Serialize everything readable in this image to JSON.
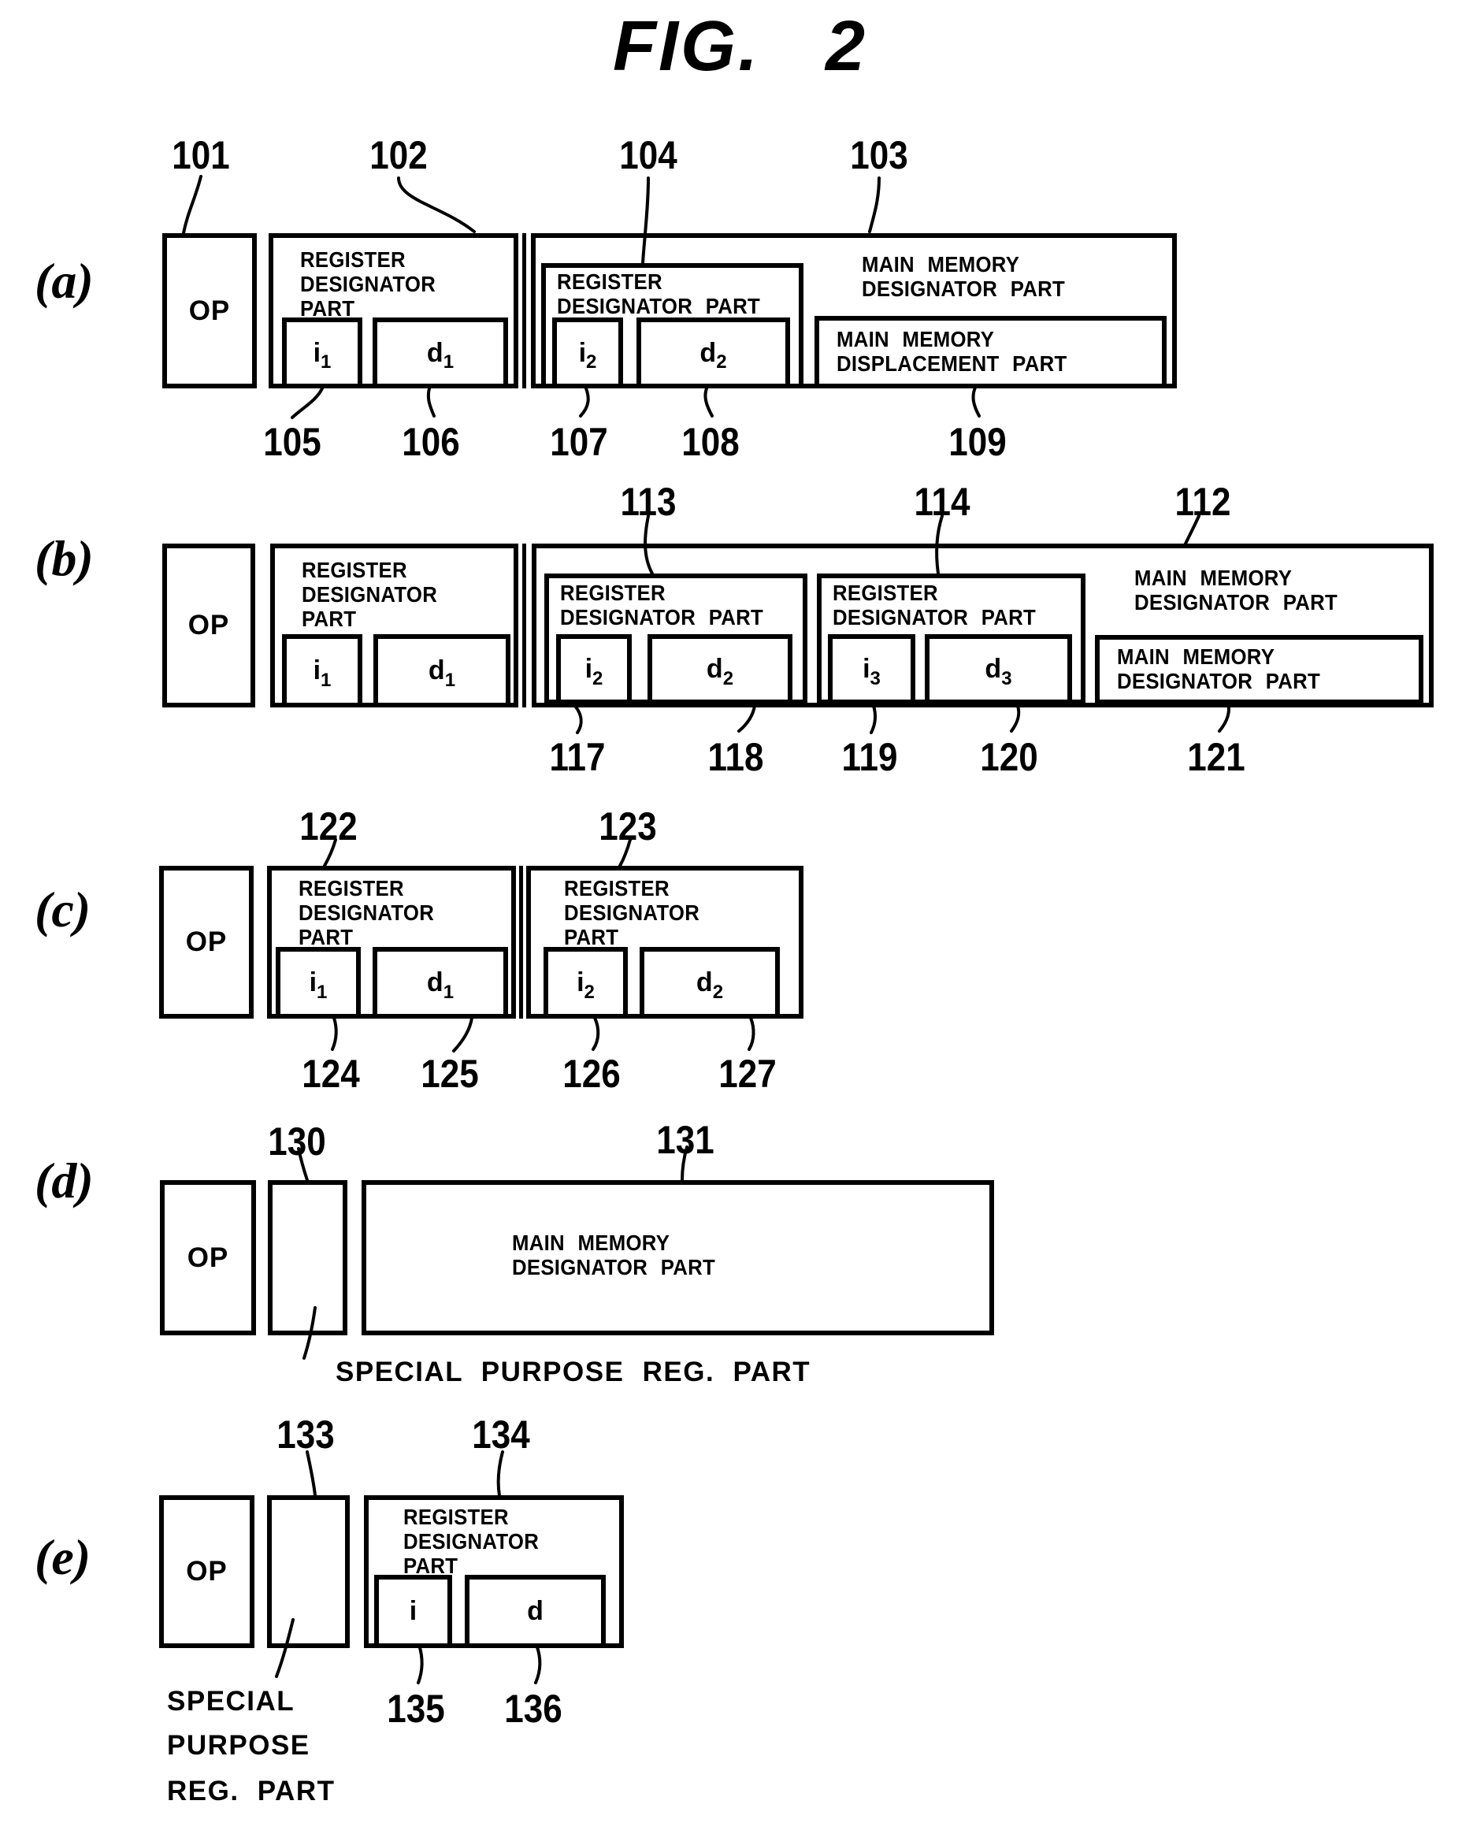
{
  "title": "FIG. 2",
  "row_labels": {
    "a": "(a)",
    "b": "(b)",
    "c": "(c)",
    "d": "(d)",
    "e": "(e)"
  },
  "strings": {
    "op": "OP",
    "register": "REGISTER",
    "designator": "DESIGNATOR",
    "part": "PART",
    "designator_part": "DESIGNATOR PART",
    "main_memory": "MAIN MEMORY",
    "displacement_part": "DISPLACEMENT PART",
    "special_purpose_reg_part": "SPECIAL PURPOSE REG. PART",
    "special": "SPECIAL",
    "purpose": "PURPOSE",
    "reg_part": "REG. PART"
  },
  "fields": {
    "i1": {
      "base": "i",
      "sub": "1"
    },
    "d1": {
      "base": "d",
      "sub": "1"
    },
    "i2": {
      "base": "i",
      "sub": "2"
    },
    "d2": {
      "base": "d",
      "sub": "2"
    },
    "i3": {
      "base": "i",
      "sub": "3"
    },
    "d3": {
      "base": "d",
      "sub": "3"
    },
    "i": {
      "base": "i",
      "sub": ""
    },
    "d": {
      "base": "d",
      "sub": ""
    }
  },
  "refs": {
    "101": "101",
    "102": "102",
    "103": "103",
    "104": "104",
    "105": "105",
    "106": "106",
    "107": "107",
    "108": "108",
    "109": "109",
    "112": "112",
    "113": "113",
    "114": "114",
    "117": "117",
    "118": "118",
    "119": "119",
    "120": "120",
    "121": "121",
    "122": "122",
    "123": "123",
    "124": "124",
    "125": "125",
    "126": "126",
    "127": "127",
    "130": "130",
    "131": "131",
    "133": "133",
    "134": "134",
    "135": "135",
    "136": "136"
  },
  "colors": {
    "ink": "#000000",
    "paper": "#ffffff"
  }
}
